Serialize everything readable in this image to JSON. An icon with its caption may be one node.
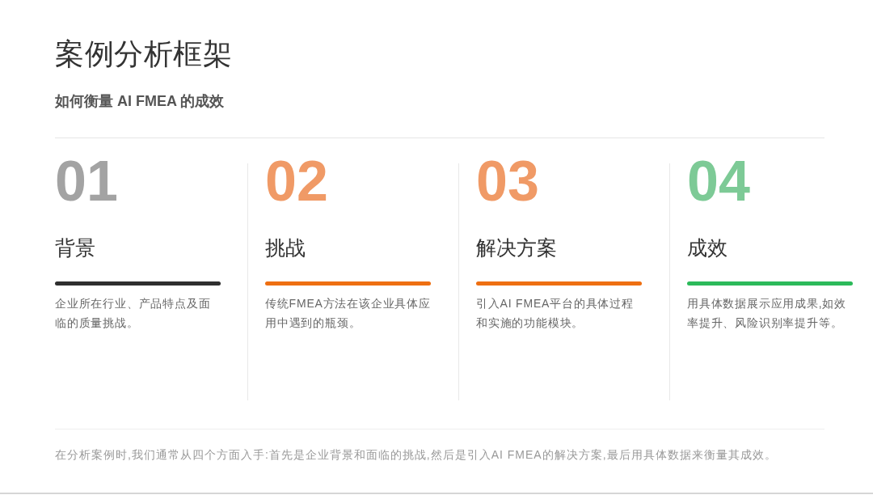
{
  "diagram": {
    "title": "案例分析框架",
    "caption": "在分析案例时,我们通常从四个方面入手:首先是企业背景和面临的挑战,然后是引入AI FMEA的解决方案,最后用具体数据来衡量其成效。",
    "nodes": [
      {
        "text": [
          "01",
          "背景",
          "企业所在行业、产品特点及面临的质量挑战。"
        ]
      },
      {
        "text": [
          "02",
          "挑战",
          "传统FMEA方法在该企业具体应用中遇到的瓶颈。"
        ]
      },
      {
        "text": [
          "03",
          "解决方案",
          "引入AI FMEA平台的具体过程和实施的功能模块。"
        ]
      },
      {
        "text": [
          "04",
          "成效",
          "用具体数据展示应用成果,如效率提升、风险识别率提升等。"
        ]
      }
    ],
    "labels": [
      "如何衡量 AI FMEA 的成效"
    ]
  }
}
